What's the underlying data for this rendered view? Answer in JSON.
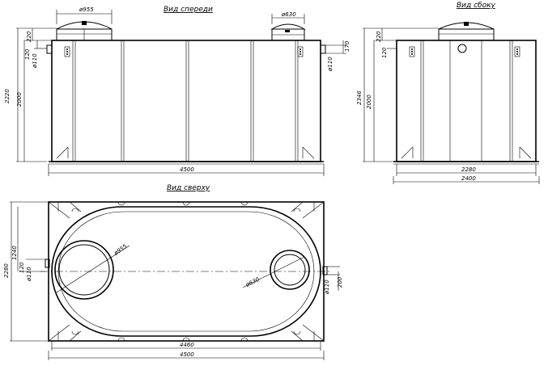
{
  "views": {
    "front": {
      "title": "Вид спереди",
      "dims": {
        "dia_955": "ø955",
        "dia_630": "ø630",
        "h_2220": "2220",
        "h_2000": "2000",
        "d_220": "220",
        "d_120": "120",
        "d_ø110": "ø110",
        "d_170": "170",
        "d_ø110_right": "ø110",
        "w_4500": "4500"
      }
    },
    "side": {
      "title": "Вид сбоку",
      "dims": {
        "h_2346": "2346",
        "h_2000": "2000",
        "d_220": "220",
        "d_120": "120",
        "w_2280": "2280",
        "w_2400": "2400"
      }
    },
    "top": {
      "title": "Вид сверху",
      "dims": {
        "dia_955": "ø955",
        "dia_630": "ø630",
        "h_2280": "2280",
        "h_1240": "1240",
        "d_120": "120",
        "d_ø110": "ø110",
        "d_ø110_right": "ø110",
        "d_200": "200",
        "w_4460": "4460",
        "w_4500": "4500"
      }
    }
  }
}
